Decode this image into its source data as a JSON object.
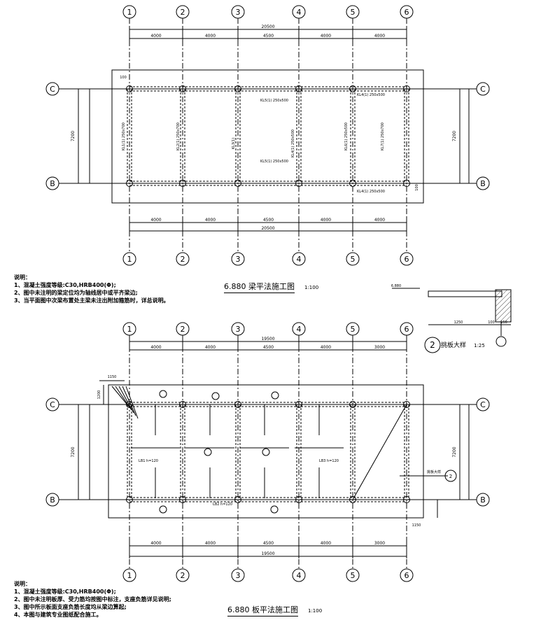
{
  "grid_axes": {
    "numbers": [
      "1",
      "2",
      "3",
      "4",
      "5",
      "6"
    ],
    "letters": [
      "C",
      "B"
    ]
  },
  "plan_beam": {
    "title": "6.880  梁平法施工图",
    "scale": "1:100",
    "total_dim": "20500",
    "span_dims": [
      "4000",
      "4000",
      "4500",
      "4000",
      "4000"
    ],
    "side_dim": "7200",
    "offset_dim": "100",
    "beam_labels": [
      "KL1(1) 250x700",
      "KL2(1) 250x700",
      "KL3(1)",
      "KL4(1) 250x500",
      "KL5(1) 250x500",
      "KL6(1) 250x500",
      "KL7(1) 250x700"
    ]
  },
  "plan_slab": {
    "title": "6.880  板平法施工图",
    "scale": "1:100",
    "total_dim": "19500",
    "span_dims": [
      "4000",
      "4000",
      "4500",
      "4000",
      "3000"
    ],
    "side_dim": "7200",
    "corner_dim_x": "1150",
    "corner_dim_y": "1200",
    "bottom_offset": "1150",
    "slab_marks": [
      "LB1 h=120",
      "LB2 h=120",
      "LB3 h=120"
    ],
    "callout_label": "挑板大样",
    "callout_ref": "2"
  },
  "detail": {
    "number": "2",
    "title": "挑板大样",
    "scale": "1:25",
    "elevation": "6.880",
    "dims": [
      "1250",
      "100",
      "150"
    ]
  },
  "notes_beam": {
    "heading": "说明：",
    "items": [
      "1、混凝土强度等级:C30,HRB400(Φ);",
      "2、图中未注明的梁定位均为轴线居中或平齐梁边;",
      "3、当平面图中次梁布置处主梁未注出附加箍筋时，详总说明。"
    ]
  },
  "notes_slab": {
    "heading": "说明：",
    "items": [
      "1、混凝土强度等级:C30,HRB400(Φ);",
      "2、图中未注明板厚、受力筋均按图中标注，支座负筋详见说明;",
      "3、图中所示板面支座负筋长度均从梁边算起;",
      "4、本图与建筑专业图纸配合施工。"
    ]
  }
}
